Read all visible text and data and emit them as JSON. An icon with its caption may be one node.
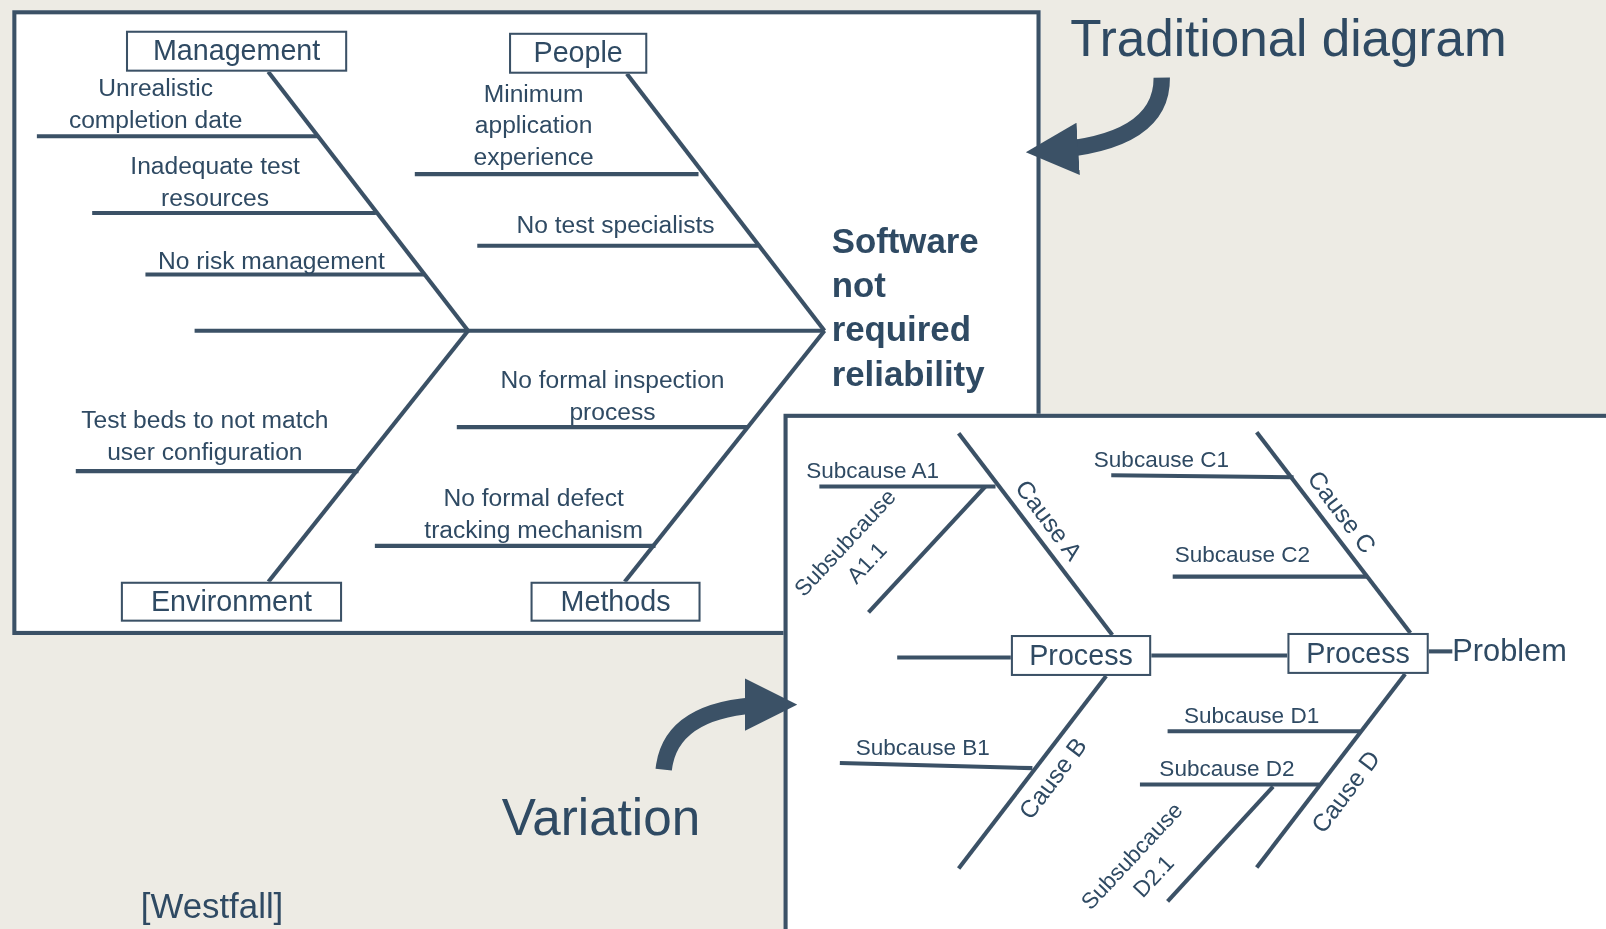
{
  "diagram": {
    "nodes": [
      {
        "text": [],
        "shape": "box"
      },
      {
        "text": [
          "Management"
        ],
        "in": 0
      },
      {
        "text": [
          "People"
        ],
        "in": 0
      },
      {
        "text": [
          "Environment"
        ],
        "in": 0
      },
      {
        "text": [
          "Methods"
        ],
        "in": 0
      },
      {
        "text": [
          "Software not required reliability"
        ],
        "in": 0
      },
      {
        "text": [
          "Traditional diagram"
        ]
      },
      {
        "text": [],
        "shape": "box"
      },
      {
        "text": [
          "Process"
        ],
        "in": 7
      },
      {
        "text": [
          "Process"
        ],
        "in": 7
      },
      {
        "text": [
          "Problem"
        ],
        "in": 7
      },
      {
        "text": [
          "Variation"
        ]
      }
    ],
    "edges": [
      {
        "from": null,
        "to": 5,
        "arrow": "none"
      },
      {
        "from": 1,
        "to": null,
        "arrow": "none"
      },
      {
        "from": 2,
        "to": 5,
        "arrow": "none"
      },
      {
        "from": 3,
        "to": null,
        "arrow": "none"
      },
      {
        "from": 4,
        "to": 5,
        "arrow": "none"
      },
      {
        "from": 6,
        "to": 0,
        "arrow": "to",
        "style": "thick"
      },
      {
        "from": null,
        "to": 8,
        "arrow": "none"
      },
      {
        "from": 8,
        "to": 9,
        "arrow": "none"
      },
      {
        "from": 9,
        "to": 10,
        "arrow": "none"
      },
      {
        "from": null,
        "to": 8,
        "arrow": "none",
        "label": "Cause A"
      },
      {
        "from": null,
        "to": 8,
        "arrow": "none",
        "label": "Cause B"
      },
      {
        "from": null,
        "to": 9,
        "arrow": "none",
        "label": "Cause C"
      },
      {
        "from": null,
        "to": 9,
        "arrow": "none",
        "label": "Cause D"
      },
      {
        "from": 11,
        "to": 7,
        "arrow": "to",
        "style": "thick"
      }
    ],
    "labels": [
      "Unrealistic completion date",
      "Minimum application experience",
      "Inadequate test resources",
      "No test specialists",
      "No risk management",
      "No formal inspection process",
      "Test beds to not match user configuration",
      "No formal defect tracking mechanism",
      "Subcause A1",
      "Subcause C1",
      "Subsubcause A1.1",
      "Subcause C2",
      "Subcause D1",
      "Subcause B1",
      "Subcause D2",
      "Subsubcause D2.1",
      "[Westfall]"
    ]
  }
}
